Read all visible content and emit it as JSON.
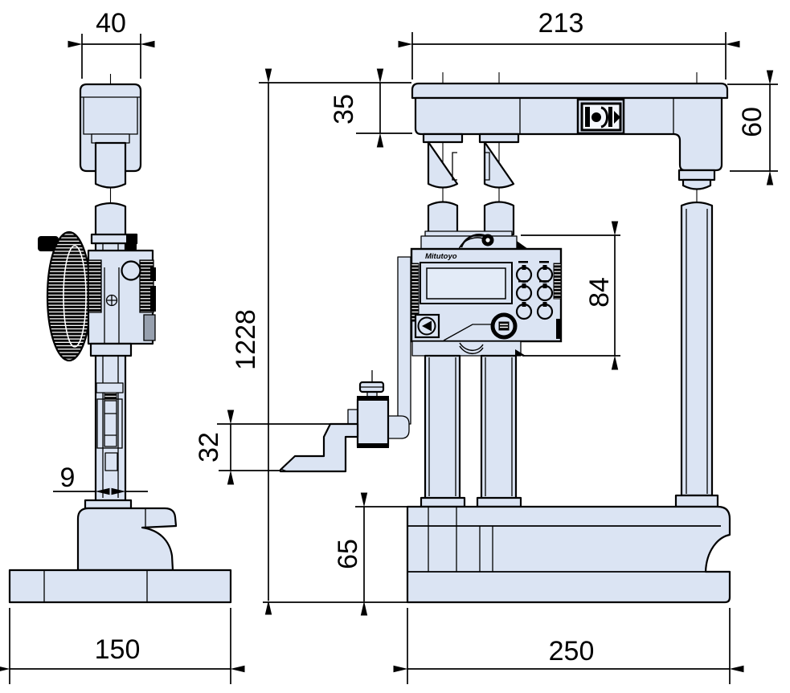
{
  "drawing": {
    "type": "dimensioned engineering drawing of a digital height gauge",
    "views": [
      "side view",
      "front view"
    ],
    "brand": "Mitutoyo"
  },
  "dimensions": {
    "head_width": "40",
    "crossbar_span": "213",
    "crossbar_height": "35",
    "arm_drop": "60",
    "overall_height": "1228",
    "display_unit_height": "84",
    "scriber_drop": "32",
    "scriber_width": "9",
    "base_height": "65",
    "base_width_side": "150",
    "base_width_front": "250"
  },
  "colors": {
    "body_fill": "#dbe4f3",
    "line": "#000000"
  }
}
